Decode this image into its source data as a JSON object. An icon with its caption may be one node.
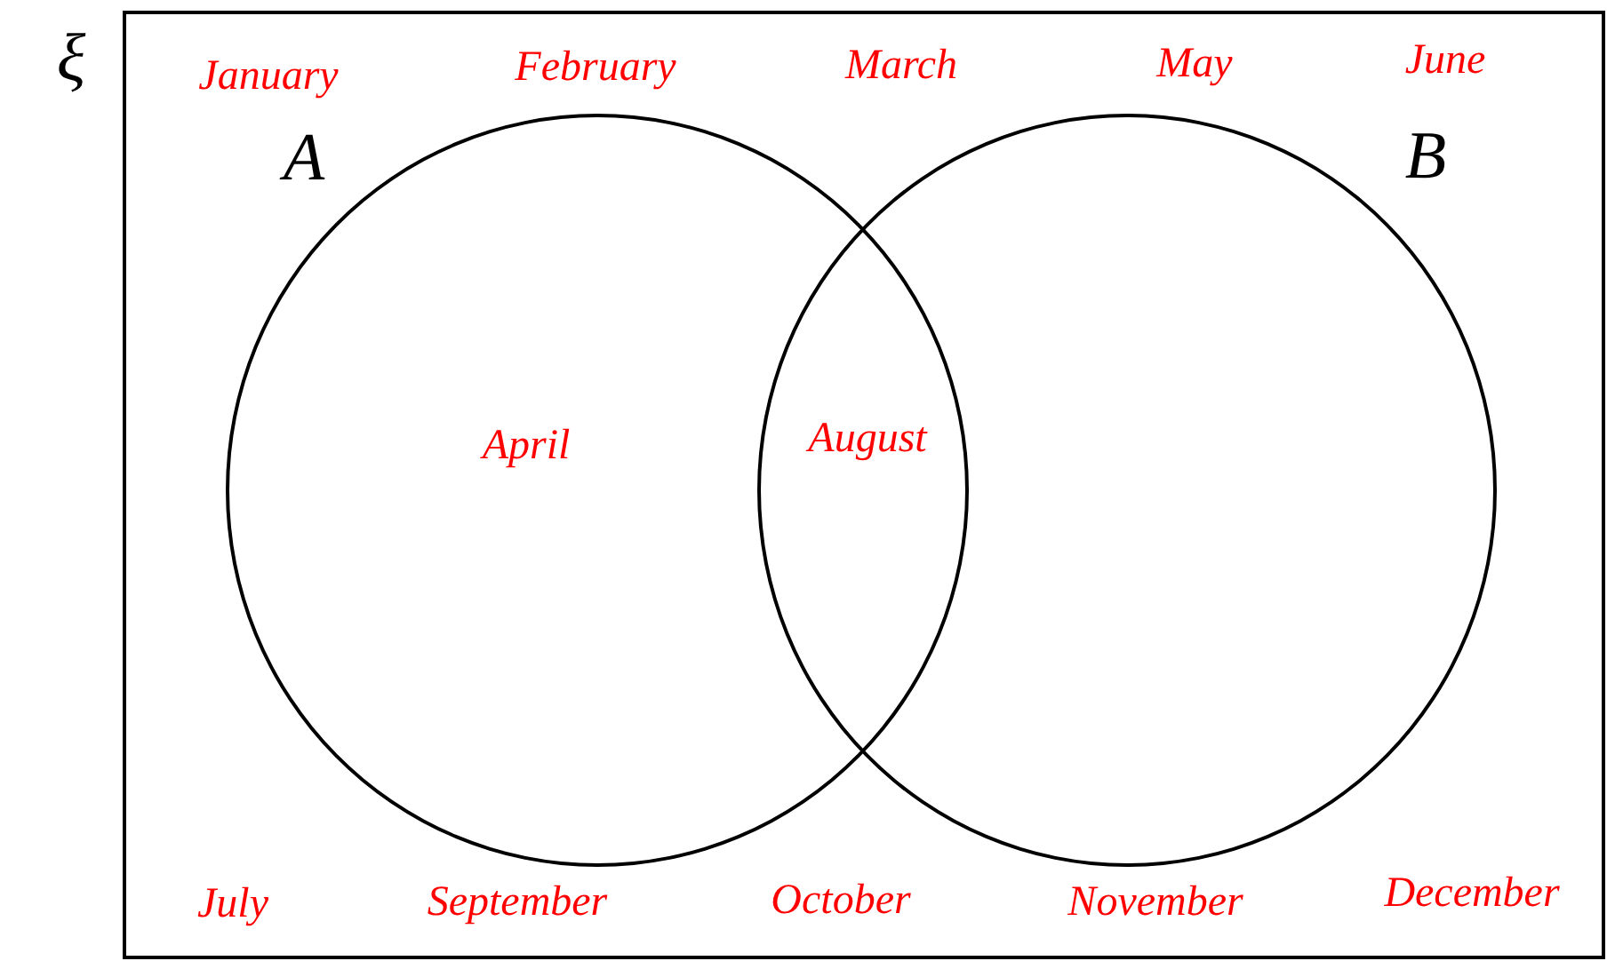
{
  "diagram": {
    "nodes": [
      {
        "text": [
          "ξ"
        ]
      },
      {
        "text": [
          "A",
          "April"
        ],
        "in": 0
      },
      {
        "text": [
          "B"
        ],
        "in": 0
      }
    ],
    "labels": [
      "January",
      "February",
      "March",
      "May",
      "June",
      "August",
      "July",
      "September",
      "October",
      "November",
      "December"
    ]
  }
}
